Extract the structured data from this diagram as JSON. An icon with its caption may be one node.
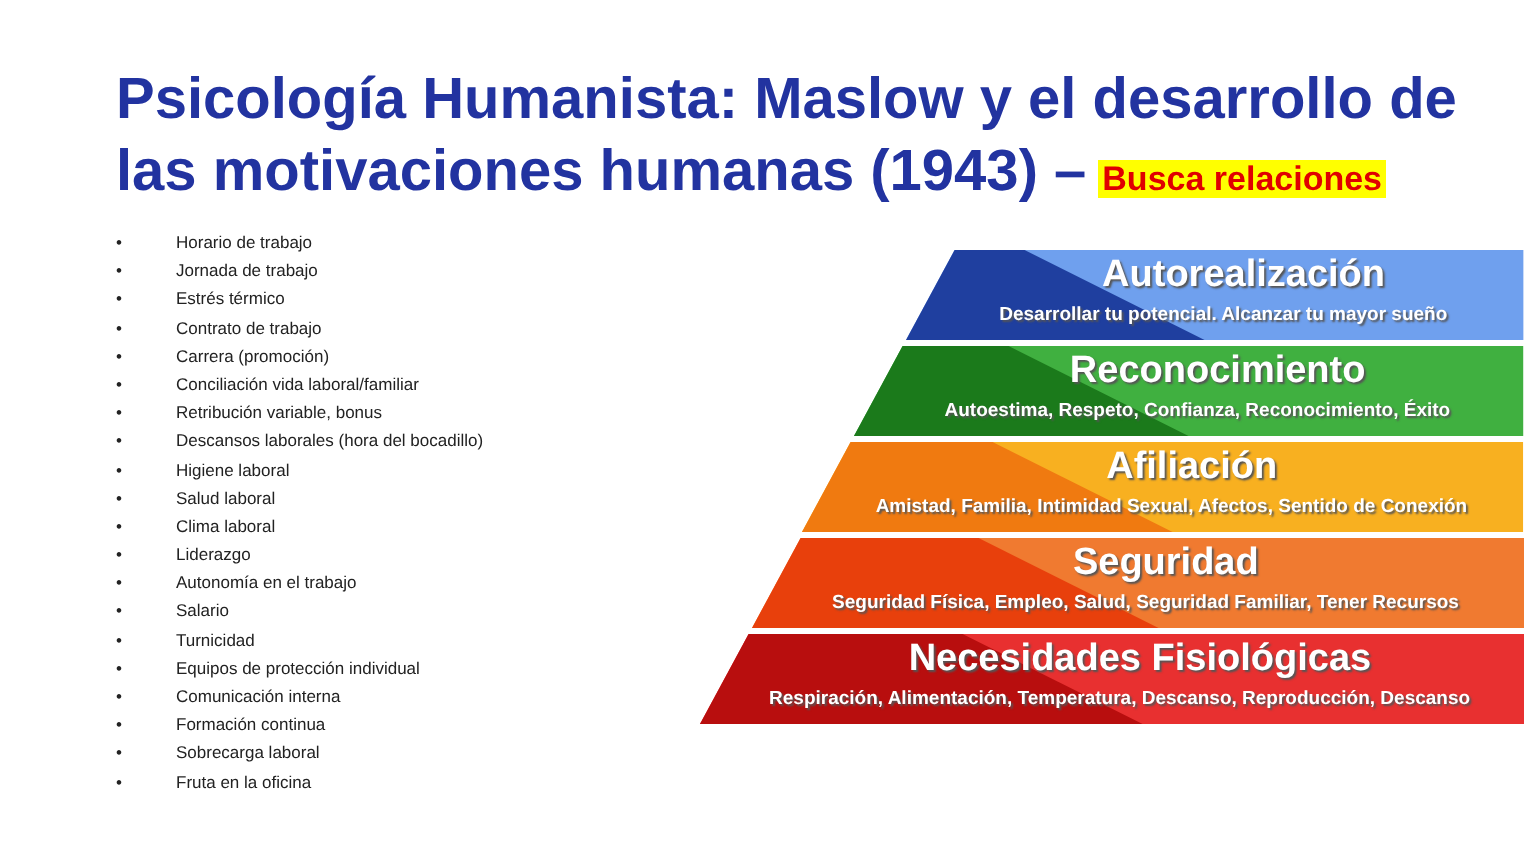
{
  "diagram": {
    "title": "Psicología Humanista: Maslow y el desarrollo de las motivaciones humanas (1943) –",
    "nodes": [
      {
        "text": [
          "Autorealización",
          "Desarrollar tu potencial. Alcanzar tu mayor sueño"
        ]
      },
      {
        "text": [
          "Reconocimiento",
          "Autoestima, Respeto, Confianza, Reconocimiento, Éxito"
        ]
      },
      {
        "text": [
          "Afiliación",
          "Amistad, Familia, Intimidad Sexual, Afectos, Sentido de Conexión"
        ]
      },
      {
        "text": [
          "Seguridad",
          "Seguridad Física, Empleo, Salud, Seguridad Familiar, Tener Recursos"
        ]
      },
      {
        "text": [
          "Necesidades Fisiológicas",
          "Respiración, Alimentación, Temperatura, Descanso, Reproducción, Descanso"
        ]
      }
    ],
    "edges": [],
    "labels": [
      "Busca relaciones",
      "•",
      "Horario de trabajo",
      "•",
      "Jornada de trabajo",
      "•",
      "Estrés térmico",
      "•",
      "Contrato de trabajo",
      "•",
      "Carrera (promoción)",
      "•",
      "Conciliación vida laboral/familiar",
      "•",
      "Retribución variable, bonus",
      "•",
      "Descansos laborales (hora del bocadillo)",
      "•",
      "Higiene laboral",
      "•",
      "Salud laboral",
      "•",
      "Clima laboral",
      "•",
      "Liderazgo",
      "•",
      "Autonomía en el trabajo",
      "•",
      "Salario",
      "•",
      "Turnicidad",
      "•",
      "Equipos de protección individual",
      "•",
      "Comunicación interna",
      "•",
      "Formación continua",
      "•",
      "Sobrecarga laboral",
      "•",
      "Fruta en la oficina"
    ]
  }
}
